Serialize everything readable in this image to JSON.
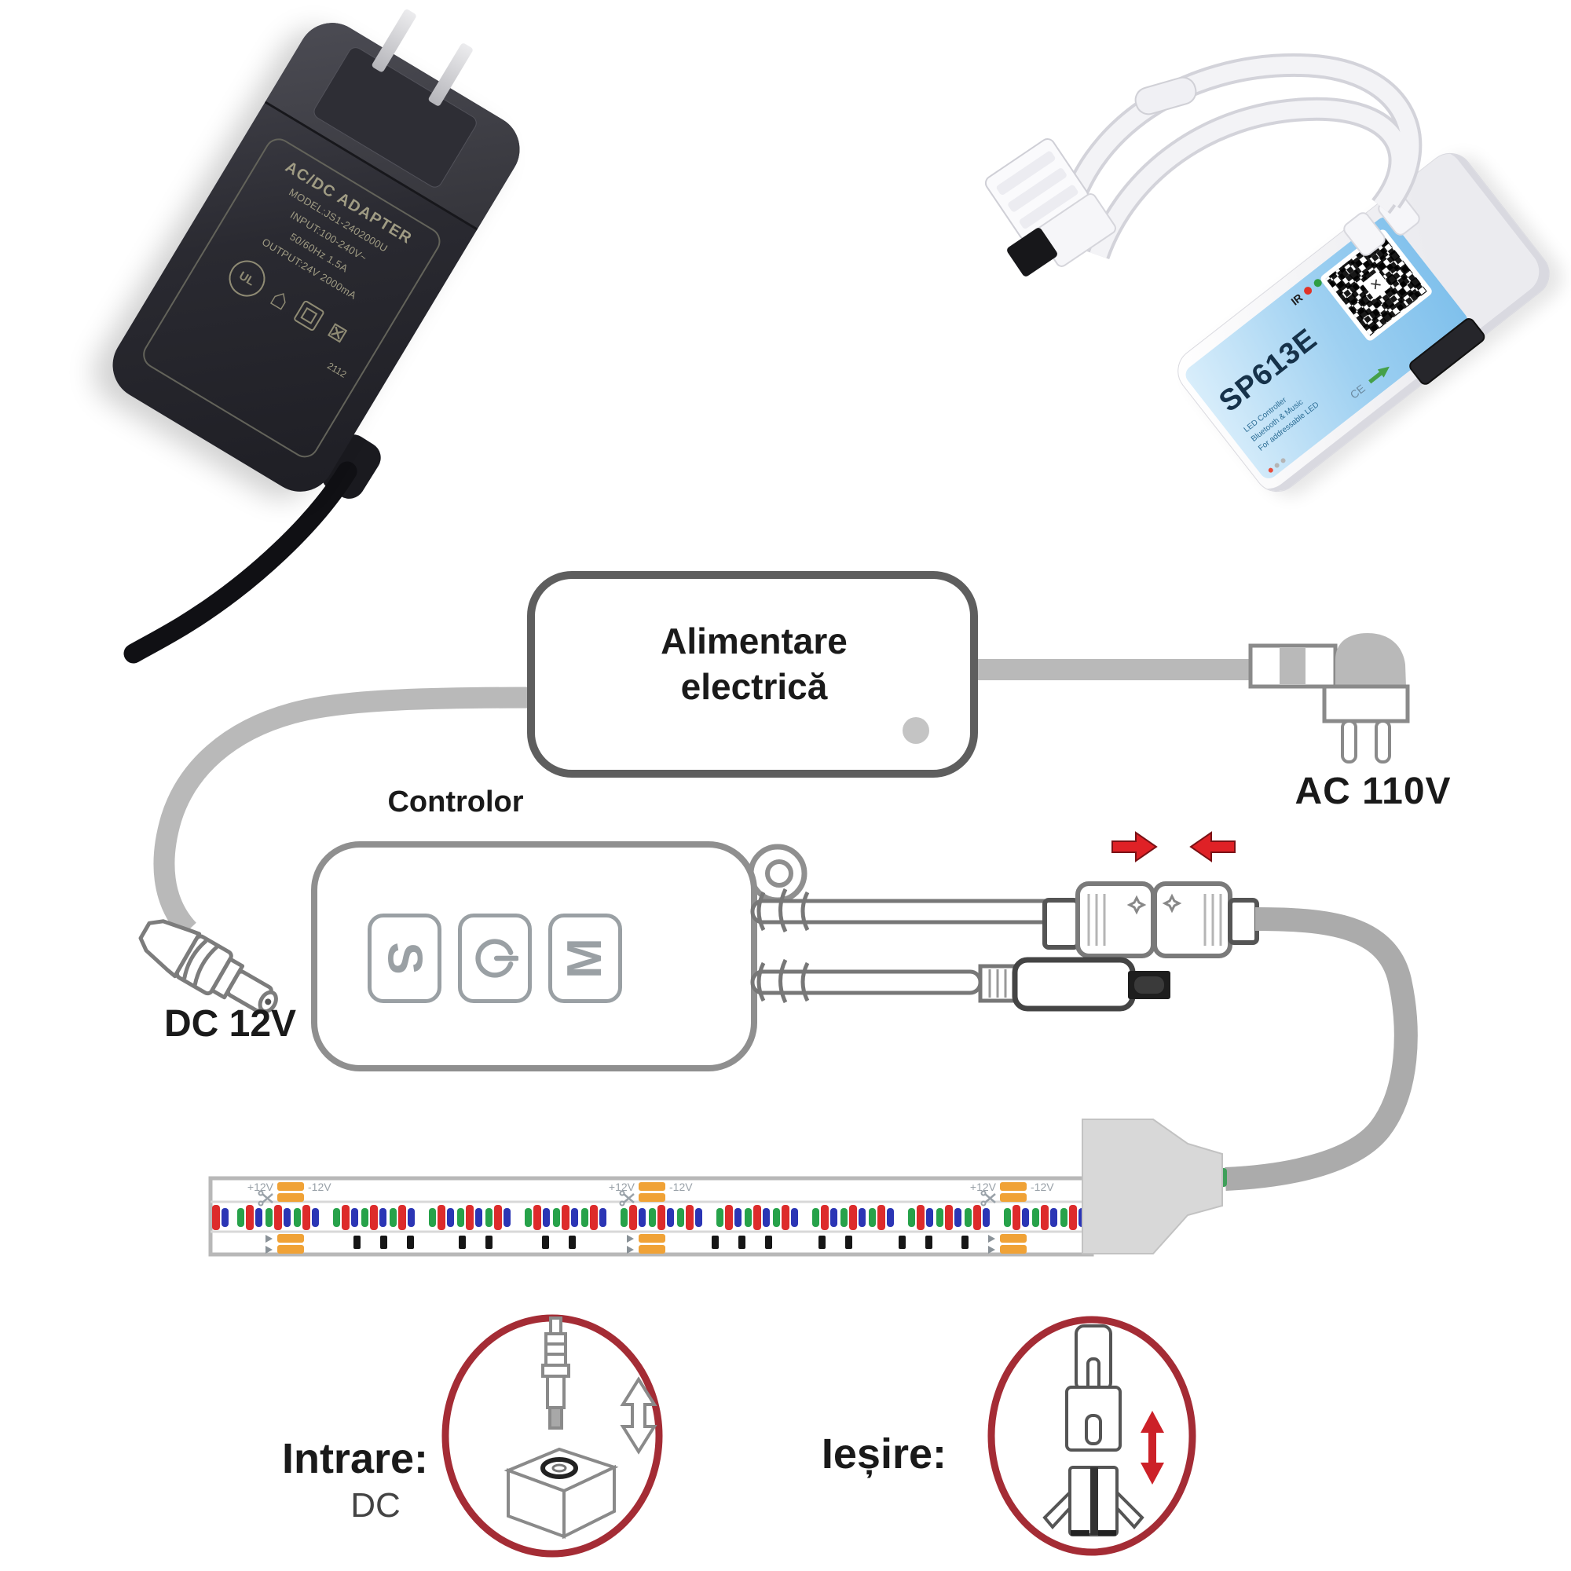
{
  "adapter_photo": {
    "title": "AC/DC ADAPTER",
    "lines": [
      "MODEL:JS1-2402000U",
      "INPUT:100-240V~",
      "50/60Hz 1.5A",
      "OUTPUT:24V 2000mA"
    ],
    "ul_label": "UL",
    "code": "2112"
  },
  "ble_photo": {
    "model": "SP613E",
    "sub_lines": [
      "LED Controller",
      "Bluetooth & Music",
      "For addressable LED"
    ],
    "ir_label": "IR",
    "ce_label": "CE"
  },
  "diagram": {
    "power_box": {
      "line1": "Alimentare",
      "line2": "electrică"
    },
    "ac_label": "AC 110V",
    "dc_label": "DC 12V",
    "controller_label": "Controlor",
    "button_s": "S",
    "button_m": "M",
    "strip": {
      "plus_label": "+12V",
      "minus_label": "-12V"
    }
  },
  "callouts": {
    "input_title": "Intrare:",
    "input_sub": "DC",
    "output_title": "Ieșire:"
  },
  "colors": {
    "cable_gray": "#b9b9b9",
    "outline_gray": "#8a8a8a",
    "arrow_red": "#df2126",
    "circle_red": "#a42c35",
    "pad_orange": "#f0a236",
    "led_red": "#dd2b2b",
    "led_green": "#27a24a",
    "led_blue": "#2b35b5",
    "tick_black": "#161616",
    "small_text_gray": "#99a1a8"
  }
}
